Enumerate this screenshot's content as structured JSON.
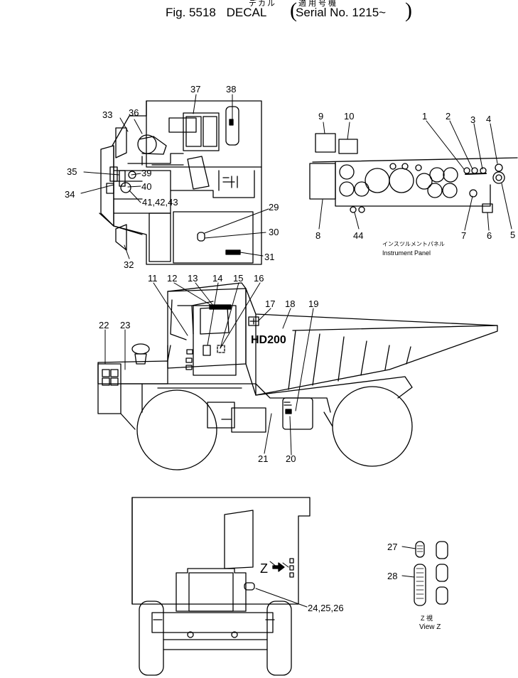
{
  "header": {
    "fig_label": "Fig. 5518",
    "decal_label": "DECAL",
    "decal_jp": "デカル",
    "serial_label": "Serial No. 1215~",
    "serial_jp": "適用号機"
  },
  "callouts": {
    "c1": "1",
    "c2": "2",
    "c3": "3",
    "c4": "4",
    "c5": "5",
    "c6": "6",
    "c7": "7",
    "c8": "8",
    "c9": "9",
    "c10": "10",
    "c11": "11",
    "c12": "12",
    "c13": "13",
    "c14": "14",
    "c15": "15",
    "c16": "16",
    "c17": "17",
    "c18": "18",
    "c19": "19",
    "c20": "20",
    "c21": "21",
    "c22": "22",
    "c23": "23",
    "c24": "24,25,26",
    "c27": "27",
    "c28": "28",
    "c29": "29",
    "c30": "30",
    "c31": "31",
    "c32": "32",
    "c33": "33",
    "c34": "34",
    "c35": "35",
    "c36": "36",
    "c37": "37",
    "c38": "38",
    "c39": "39",
    "c40": "40",
    "c41": "41,42,43",
    "c44": "44"
  },
  "instrument_panel": {
    "label_jp": "インスツルメントパネル",
    "label_en": "Instrument Panel"
  },
  "truck": {
    "model_badge": "HD200",
    "z_marker": "Z"
  },
  "view_z": {
    "label_jp": "Z 視",
    "label_en": "View Z"
  }
}
